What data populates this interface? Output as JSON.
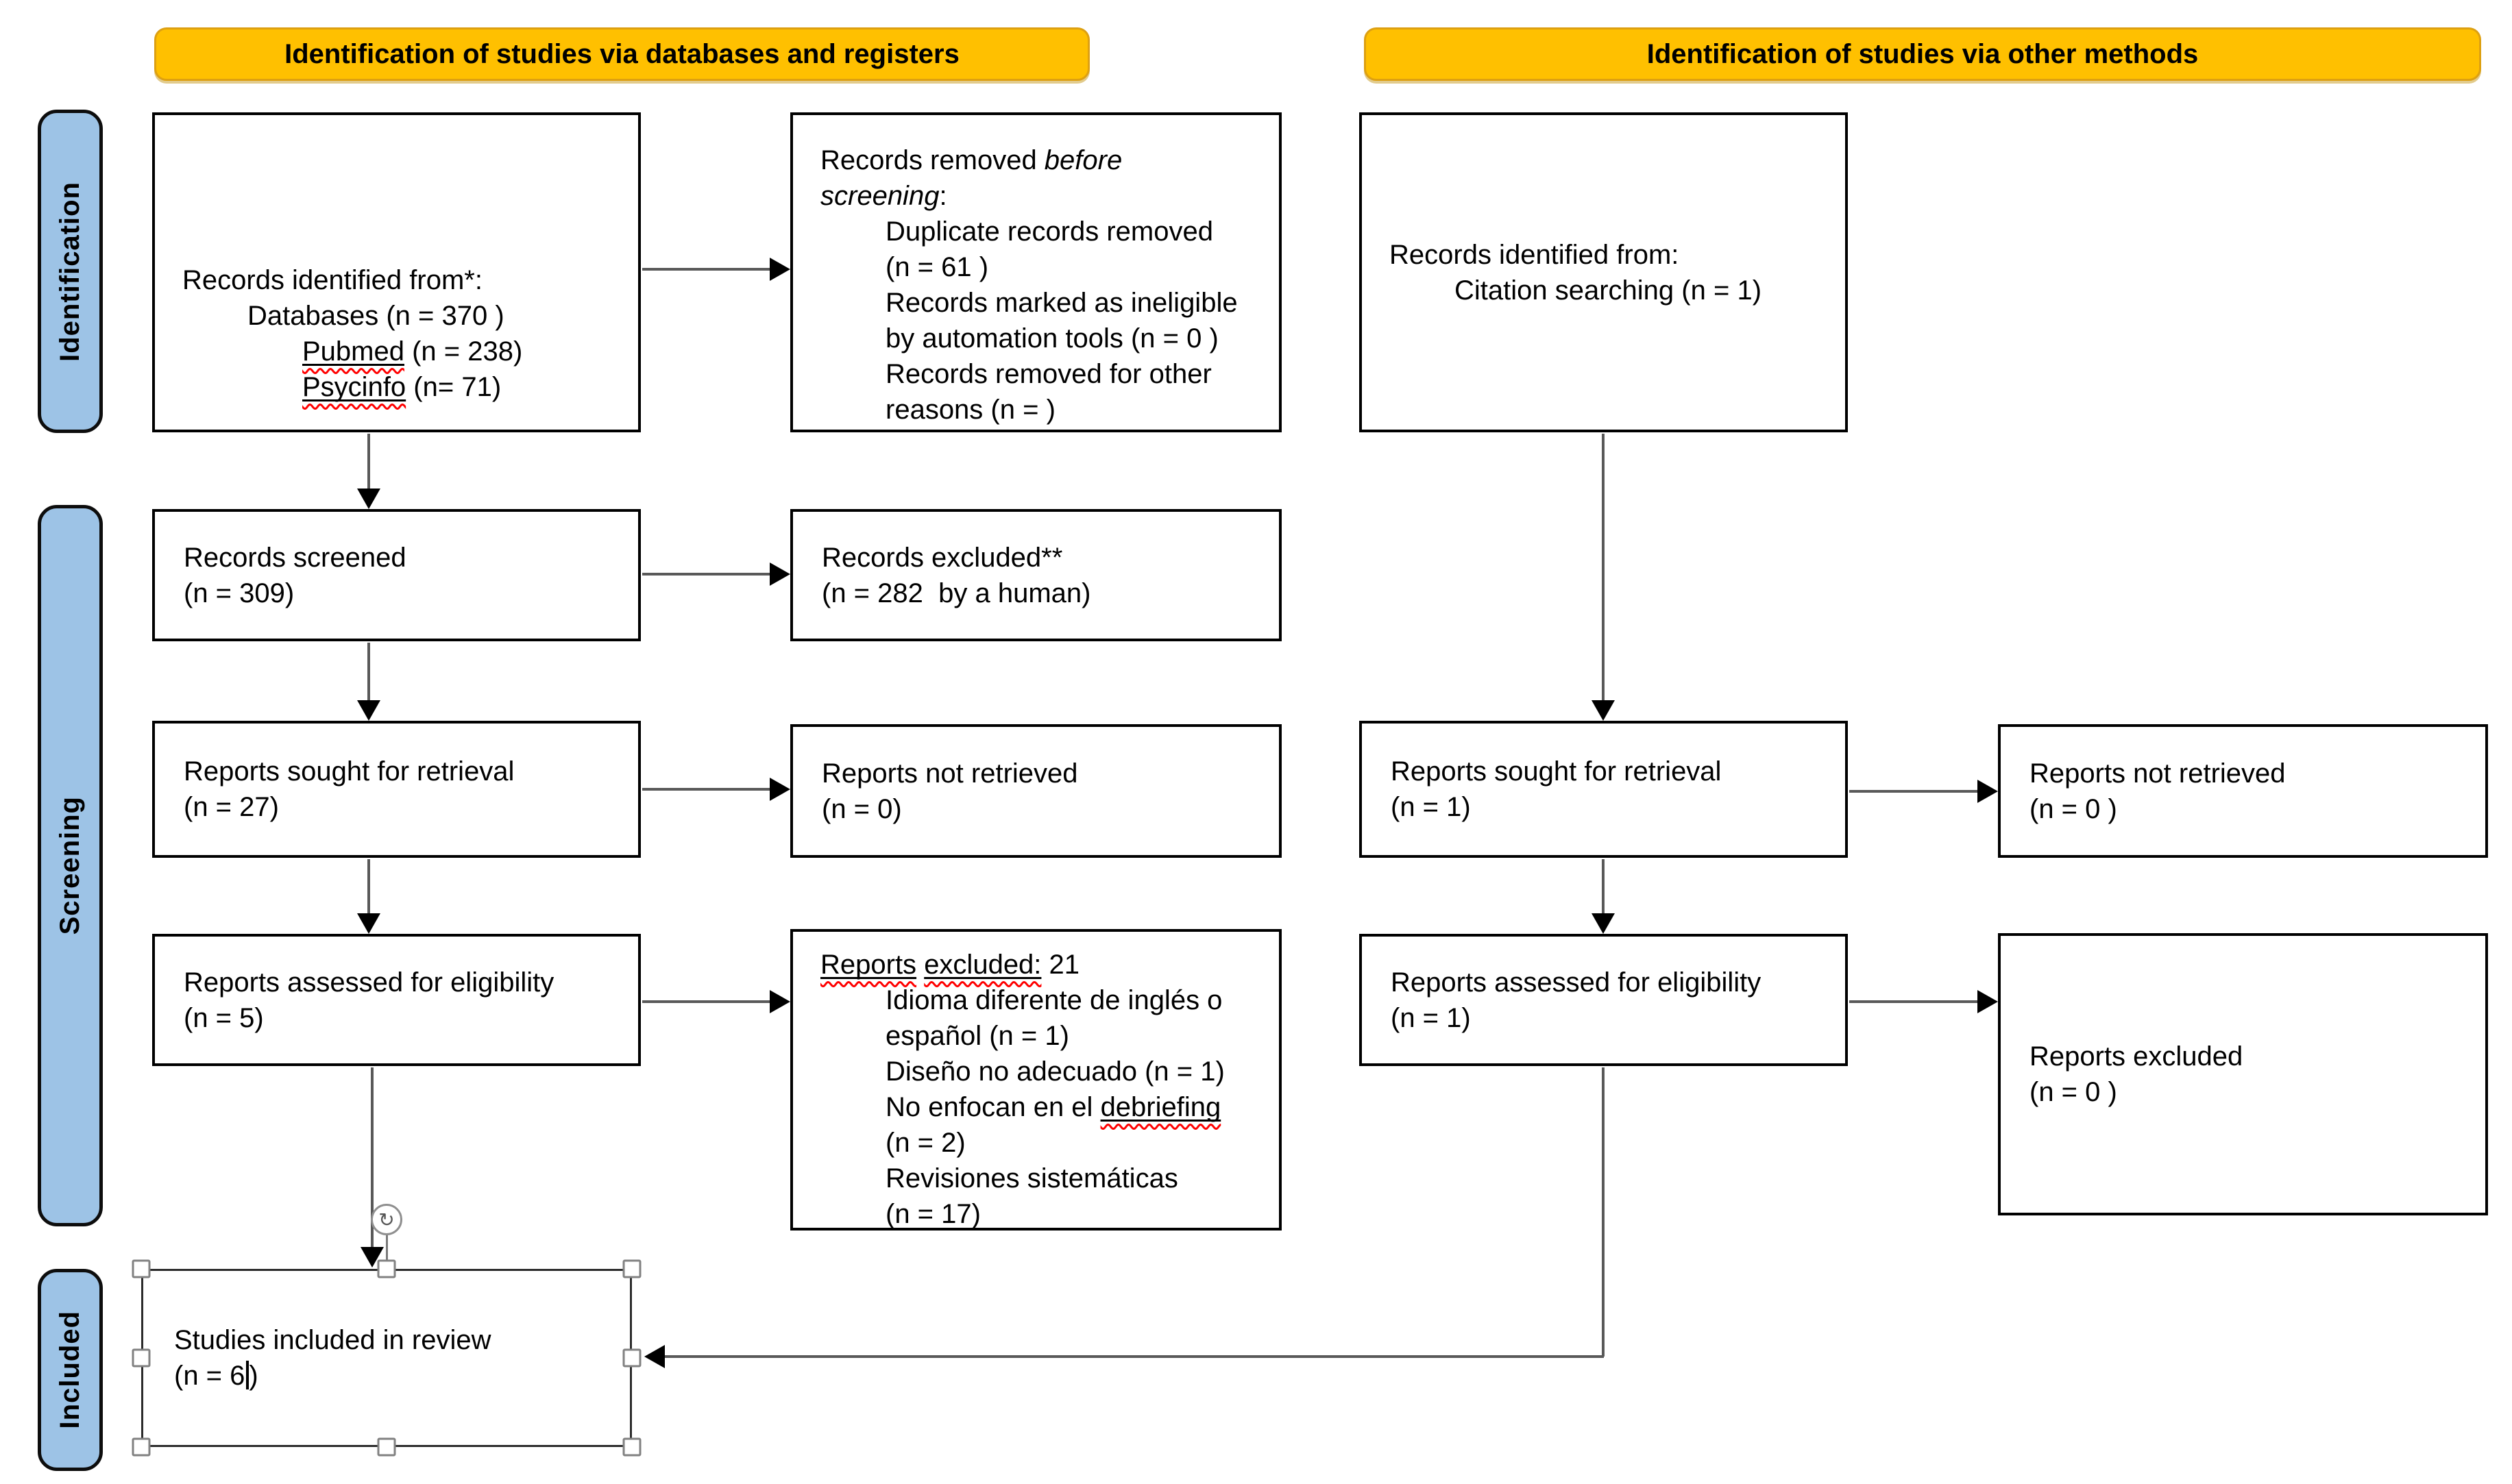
{
  "colors": {
    "banner_fill": "#FFC000",
    "banner_border": "#DDA012",
    "side_label_fill": "#9DC3E6",
    "box_fill": "#FFFFFF",
    "box_border": "#000000",
    "connector": "#595959",
    "squiggle": "#FF0000"
  },
  "banners": {
    "databases": "Identification of studies via databases and registers",
    "other": "Identification of studies via other methods"
  },
  "side_labels": {
    "identification": "Identification",
    "screening": "Screening",
    "included": "Included"
  },
  "boxes": {
    "records_identified": {
      "title": "Records identified from*:",
      "databases": "Databases (n = 370 )",
      "pubmed_word": "Pubmed",
      "pubmed_rest": " (n = 238)",
      "psycinfo_word": "Psycinfo",
      "psycinfo_rest": " (n= 71)"
    },
    "records_removed": {
      "l1_normal": "Records removed ",
      "l1_italic": "before",
      "l2_italic": "screening",
      "l2_colon": ":",
      "items": [
        "Duplicate records removed",
        "(n = 61 )",
        "Records marked as ineligible",
        "by automation tools (n = 0 )",
        "Records removed for other",
        "reasons (n = )"
      ]
    },
    "records_screened": {
      "l1": "Records screened",
      "l2": "(n = 309)"
    },
    "records_excluded": {
      "l1": "Records excluded**",
      "l2": "(n = 282  by a human)"
    },
    "reports_sought_db": {
      "l1": "Reports sought for retrieval",
      "l2": "(n = 27)"
    },
    "reports_not_retrieved_db": {
      "l1": "Reports not retrieved",
      "l2": "(n = 0)"
    },
    "reports_assessed_db": {
      "l1": "Reports assessed for eligibility",
      "l2": "(n = 5)"
    },
    "reports_excluded_21": {
      "reports_word": "Reports",
      "sep": " ",
      "excluded_word": "excluded:",
      "count": " 21",
      "items": [
        "Idioma diferente de inglés o",
        "español (n = 1)",
        "Diseño no adecuado (n = 1)",
        "No enfocan en el ",
        "(n = 2)",
        "Revisiones sistemáticas",
        "(n = 17)"
      ],
      "debriefing_word": "debriefing"
    },
    "records_identified_other": {
      "l1": "Records identified from:",
      "l2": "Citation searching (n = 1)"
    },
    "reports_sought_other": {
      "l1": "Reports sought for retrieval",
      "l2": "(n = 1)"
    },
    "reports_not_retrieved_other": {
      "l1": "Reports not retrieved",
      "l2": "(n = 0 )"
    },
    "reports_assessed_other": {
      "l1": "Reports assessed for eligibility",
      "l2": "(n = 1)"
    },
    "reports_excluded_other": {
      "l1": "Reports excluded",
      "l2": "(n = 0 )"
    },
    "studies_included": {
      "l1": "Studies included in review",
      "l2a": "(n = 6",
      "l2b": ")"
    }
  },
  "selection": {
    "rotate_glyph": "↻"
  }
}
